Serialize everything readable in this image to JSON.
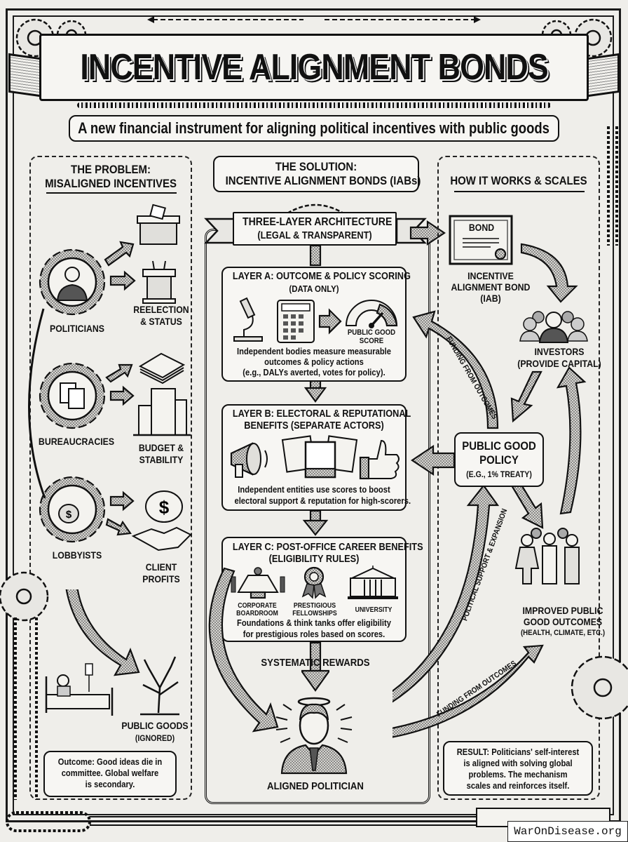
{
  "title": "INCENTIVE ALIGNMENT BONDS",
  "subtitle": "A new financial instrument for aligning political incentives with public goods",
  "problem": {
    "heading_line1": "THE PROBLEM:",
    "heading_line2": "MISALIGNED INCENTIVES",
    "actors": [
      {
        "label": "POLITICIANS",
        "icon": "politician-gear-icon",
        "outcome_line1": "REELECTION",
        "outcome_line2": "& STATUS",
        "outcome_icons": [
          "ballot-box-icon",
          "podium-icon"
        ]
      },
      {
        "label": "BUREAUCRACIES",
        "icon": "documents-gear-icon",
        "outcome_line1": "BUDGET &",
        "outcome_line2": "STABILITY",
        "outcome_icons": [
          "paper-stack-icon",
          "office-building-icon"
        ]
      },
      {
        "label": "LOBBYISTS",
        "icon": "money-bags-gear-icon",
        "outcome_line1": "CLIENT",
        "outcome_line2": "PROFITS",
        "outcome_icons": [
          "money-bag-icon",
          "handshake-icon"
        ]
      }
    ],
    "ignored_line1": "PUBLIC GOODS",
    "ignored_line2": "(IGNORED)",
    "outcome_line1": "Outcome: Good ideas die in",
    "outcome_line2": "committee. Global welfare",
    "outcome_line3": "is secondary."
  },
  "solution": {
    "heading_line1": "THE SOLUTION:",
    "heading_line2": "INCENTIVE ALIGNMENT BONDS (IABs)",
    "architecture_line1": "THREE-LAYER ARCHITECTURE",
    "architecture_line2": "(LEGAL & TRANSPARENT)",
    "layer_a": {
      "title_line1": "LAYER A: OUTCOME & POLICY SCORING",
      "title_line2": "(DATA ONLY)",
      "gauge_line1": "PUBLIC GOOD",
      "gauge_line2": "SCORE",
      "desc_line1": "Independent bodies measure measurable",
      "desc_line2": "outcomes & policy actions",
      "desc_line3": "(e.g., DALYs averted, votes for policy)."
    },
    "layer_b": {
      "title_line1": "LAYER B: ELECTORAL & REPUTATIONAL",
      "title_line2": "BENEFITS (SEPARATE ACTORS)",
      "desc_line1": "Independent entities use scores to boost",
      "desc_line2": "electoral support & reputation for high-scorers."
    },
    "layer_c": {
      "title_line1": "LAYER C: POST-OFFICE CAREER BENEFITS",
      "title_line2": "(ELIGIBILITY RULES)",
      "items": [
        {
          "line1": "CORPORATE",
          "line2": "BOARDROOM"
        },
        {
          "line1": "PRESTIGIOUS",
          "line2": "FELLOWSHIPS"
        },
        {
          "line1": "UNIVERSITY",
          "line2": ""
        }
      ],
      "desc_line1": "Foundations & think tanks offer eligibility",
      "desc_line2": "for prestigious roles based on scores."
    },
    "rewards_label": "SYSTEMATIC REWARDS",
    "aligned_label": "ALIGNED POLITICIAN"
  },
  "how_it_works": {
    "heading": "HOW IT WORKS & SCALES",
    "bond_word": "BOND",
    "bond_line1": "INCENTIVE",
    "bond_line2": "ALIGNMENT BOND",
    "bond_line3": "(IAB)",
    "investors_line1": "INVESTORS",
    "investors_line2": "(PROVIDE CAPITAL)",
    "policy_line1": "PUBLIC GOOD",
    "policy_line2": "POLICY",
    "policy_line3": "(E.G., 1% TREATY)",
    "improved_line1": "IMPROVED PUBLIC",
    "improved_line2": "GOOD OUTCOMES",
    "improved_line3": "(HEALTH, CLIMATE, ETC.)",
    "arrow_funding_upper": "FUNDING FROM OUTCOMES",
    "arrow_political": "POLITICAL SUPPORT & EXPANSION",
    "arrow_funding_lower": "FUNDING FROM OUTCOMES",
    "result_line1": "RESULT: Politicians' self-interest",
    "result_line2": "is aligned with solving global",
    "result_line3": "problems. The mechanism",
    "result_line4": "scales and reinforces itself."
  },
  "watermark": "WarOnDisease.org"
}
